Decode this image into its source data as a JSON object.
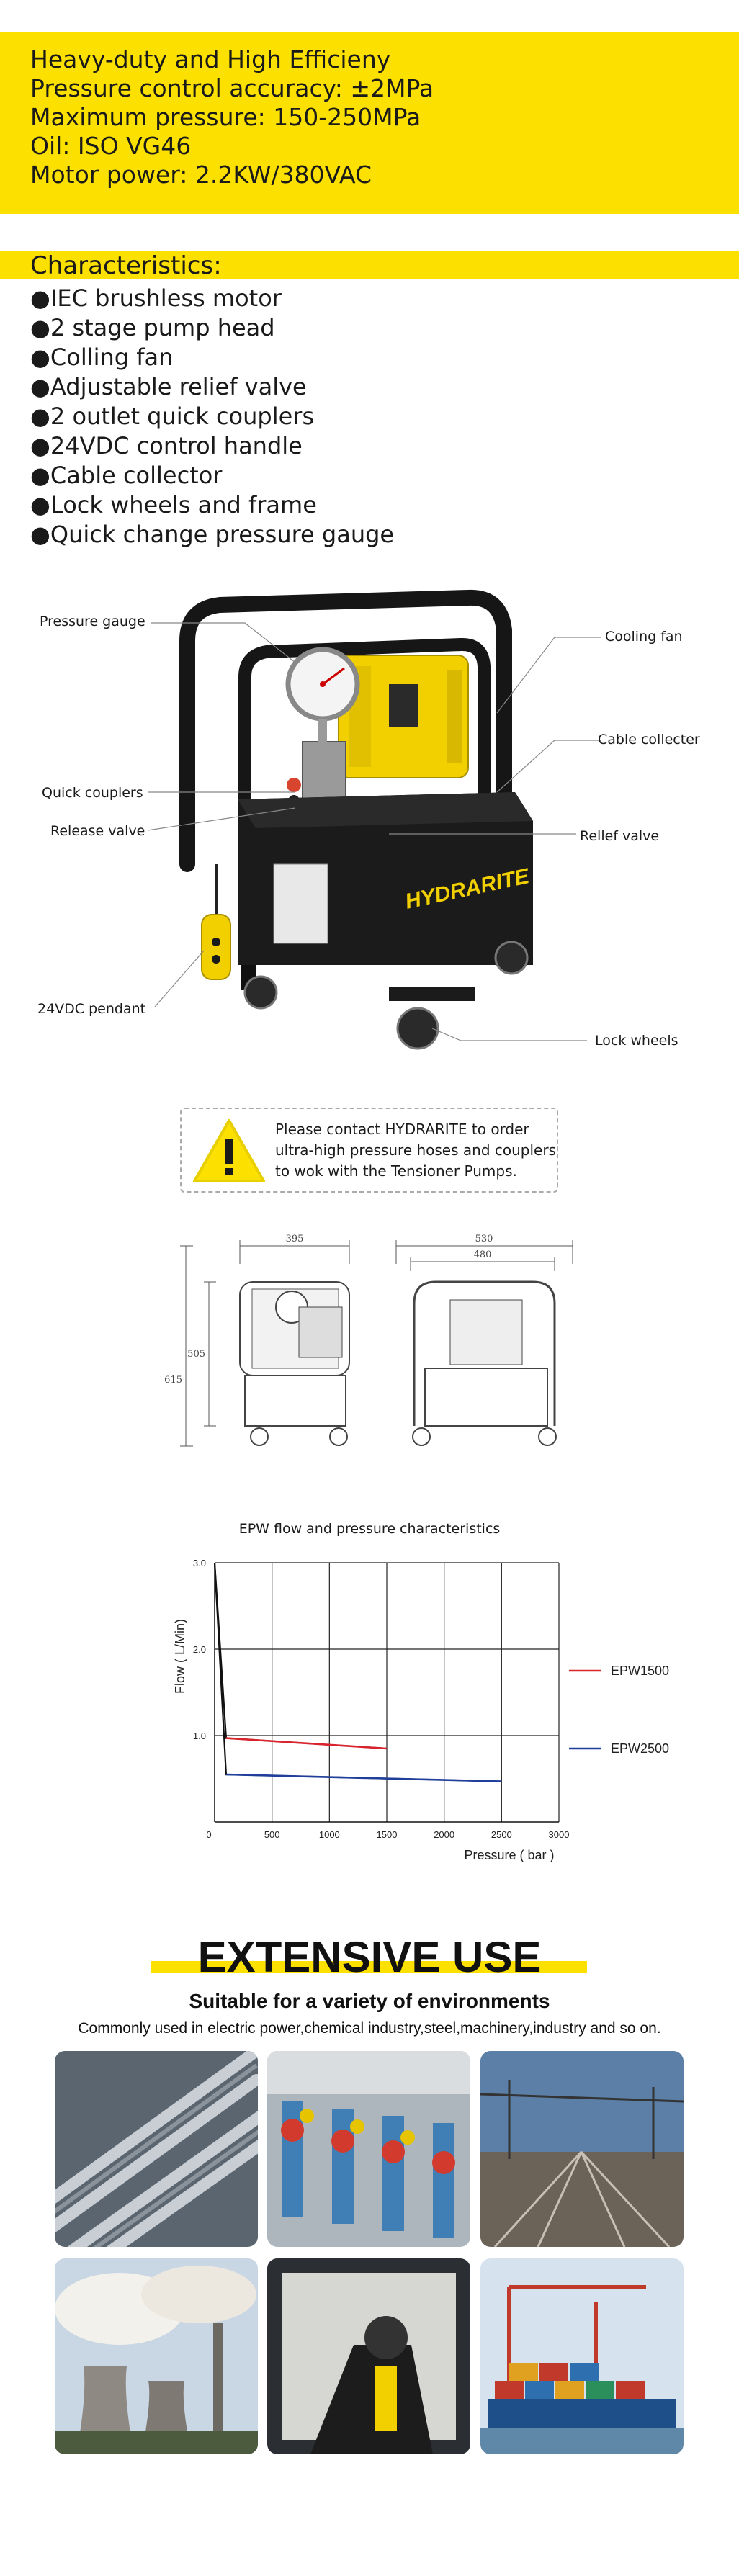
{
  "specs": [
    "Heavy-duty and High Efficieny",
    "Pressure control accuracy: ±2MPa",
    "Maximum pressure: 150-250MPa",
    "Oil: ISO VG46",
    "Motor power: 2.2KW/380VAC"
  ],
  "characteristics": {
    "heading": "Characteristics:",
    "items": [
      "●IEC brushless motor",
      "●2 stage pump head",
      "●Colling fan",
      "●Adjustable relief valve",
      "●2 outlet quick couplers",
      "●24VDC control handle",
      "●Cable collector",
      "●Lock wheels and frame",
      "●Quick change pressure gauge"
    ]
  },
  "product": {
    "brand": "HYDRARITE",
    "callouts": {
      "pressure_gauge": "Pressure gauge",
      "cooling_fan": "Cooling fan",
      "cable_collector": "Cable collecter",
      "quick_couplers": "Quick couplers",
      "release_valve": "Release valve",
      "relief_valve": "Rellef valve",
      "pendant": "24VDC pendant",
      "lock_wheels": "Lock wheels"
    }
  },
  "notice": {
    "icon": "warning-icon",
    "lines": [
      "Please contact HYDRARITE to order",
      "ultra-high pressure hoses and couplers",
      "to wok with the Tensioner Pumps."
    ]
  },
  "dimensions": {
    "front_width": "395",
    "side_width_outer": "530",
    "side_width_inner": "480",
    "height_inner": "505",
    "height_outer": "615"
  },
  "chart_data": {
    "type": "line",
    "title": "EPW   flow and pressure characteristics",
    "xlabel": "Pressure ( bar )",
    "ylabel": "Flow ( L/Min)",
    "xlim": [
      0,
      3000
    ],
    "ylim": [
      0,
      3.0
    ],
    "x_ticks": [
      "0",
      "500",
      "1000",
      "1500",
      "2000",
      "2500",
      "3000"
    ],
    "y_ticks": [
      "1.0",
      "2.0",
      "3.0"
    ],
    "grid": true,
    "legend_position": "right",
    "series": [
      {
        "name": "EPW1500",
        "color": "#d9232d",
        "x": [
          0,
          100,
          1500
        ],
        "y": [
          3.0,
          0.97,
          0.85
        ]
      },
      {
        "name": "EPW2500",
        "color": "#1f3f9a",
        "x": [
          0,
          100,
          2500
        ],
        "y": [
          3.0,
          0.55,
          0.47
        ]
      }
    ],
    "axis_line_color": "#111111"
  },
  "extensive": {
    "title": "EXTENSIVE USE",
    "subtitle": "Suitable for a variety of environments",
    "description": "Commonly used in electric power,chemical industry,steel,machinery,industry and so on.",
    "photos": [
      "steel-pipes",
      "chemical-valves",
      "railway",
      "power-plant",
      "industrial-worker",
      "container-port"
    ]
  },
  "colors": {
    "brand_yellow": "#fce100",
    "machine_black": "#1b1b1b",
    "text": "#1a1a1a"
  }
}
